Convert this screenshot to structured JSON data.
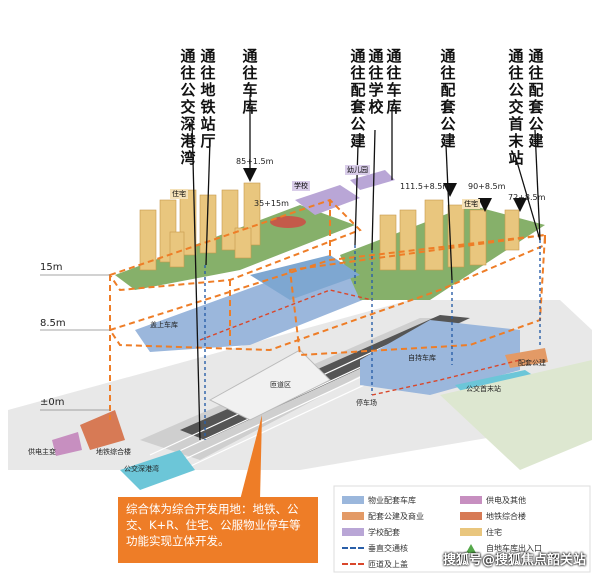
{
  "routes": {
    "shenzhen_bay": "通往公交深港湾",
    "metro": "通往地铁站厅",
    "garage": "通往车库",
    "facilities1": "通往配套公建",
    "school": "通往学校",
    "garage2": "通往车库",
    "facilities2": "通往配套公建",
    "bus": "通往公交首末站",
    "facilities3": "通往配套公建"
  },
  "elevations": {
    "e15": "15m",
    "e85": "8.5m",
    "e0": "±0m"
  },
  "heights": {
    "h1": "85+1.5m",
    "h2": "35+15m",
    "h3": "111.5+8.5m",
    "h4": "90+8.5m",
    "h5": "72+8.5m"
  },
  "tags": {
    "housing_left": "住宅",
    "school": "学校",
    "kindergarten": "幼儿园",
    "housing_right": "住宅",
    "garage_upper": "盖上车库",
    "garage_right": "自持车库",
    "parking_lot": "停车场",
    "supporting": "配套公建",
    "bus_terminal": "公交首末站",
    "supply_station": "供电主变",
    "metro_complex": "地铁综合楼",
    "sz_bay": "公交深港湾",
    "tunnel_ramp": "匝道区"
  },
  "callout": {
    "text": "综合体为综合开发用地：地铁、公交、K+R、住宅、公服物业停车等功能实现立体开发。"
  },
  "legend": {
    "items": [
      {
        "label": "物业配套车库",
        "color": "#9bb7dc"
      },
      {
        "label": "供电及其他",
        "color": "#c78fc0"
      },
      {
        "label": "配套公建及商业",
        "color": "#e39a66"
      },
      {
        "label": "地铁综合楼",
        "color": "#d77a55"
      },
      {
        "label": "学校配套",
        "color": "#b9a6d6"
      },
      {
        "label": "住宅",
        "color": "#e9c67e"
      },
      {
        "label": "垂直交通核",
        "color": "#2a5fa8"
      },
      {
        "label": "自地车库出入口",
        "color": "#55a84a"
      },
      {
        "label": "匝道及上盖",
        "color": "#d9472b"
      }
    ]
  },
  "watermark": "搜狐号@搜狐焦点韶关站"
}
